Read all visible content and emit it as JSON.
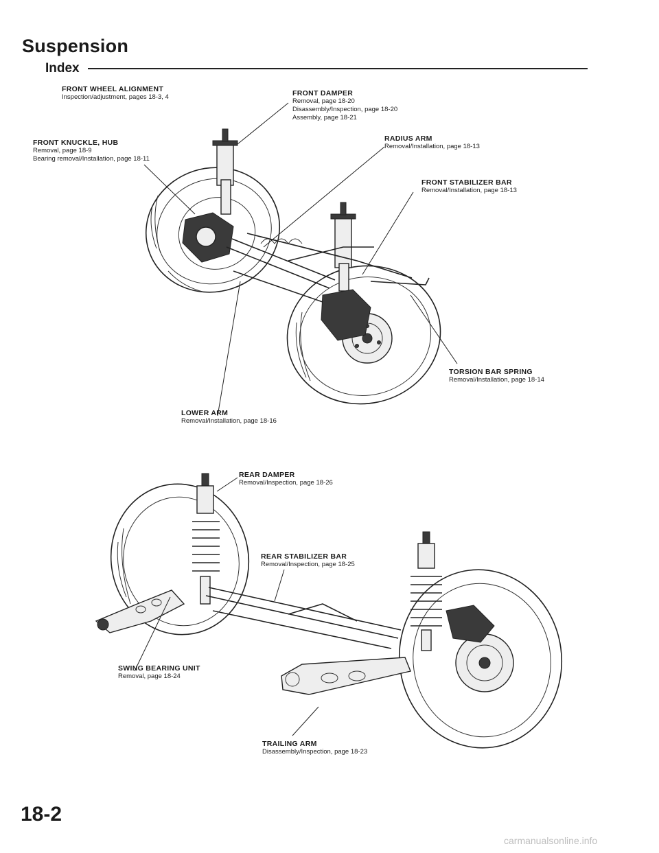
{
  "page": {
    "title": "Suspension",
    "subtitle": "Index",
    "page_number": "18-2",
    "footer": "carmanualsonline.info"
  },
  "labels": [
    {
      "id": "front-wheel-alignment",
      "heading": "FRONT WHEEL ALIGNMENT",
      "lines": [
        "Inspection/adjustment, pages 18-3, 4"
      ]
    },
    {
      "id": "front-damper",
      "heading": "FRONT DAMPER",
      "lines": [
        "Removal, page 18-20",
        "Disassembly/Inspection, page 18-20",
        "Assembly, page 18-21"
      ]
    },
    {
      "id": "front-knuckle-hub",
      "heading": "FRONT KNUCKLE, HUB",
      "lines": [
        "Removal, page 18-9",
        "Bearing removal/Installation, page 18-11"
      ]
    },
    {
      "id": "radius-arm",
      "heading": "RADIUS ARM",
      "lines": [
        "Removal/Installation, page 18-13"
      ]
    },
    {
      "id": "front-stabilizer-bar",
      "heading": "FRONT STABILIZER BAR",
      "lines": [
        "Removal/Installation, page 18-13"
      ]
    },
    {
      "id": "torsion-bar-spring",
      "heading": "TORSION BAR SPRING",
      "lines": [
        "Removal/Installation, page 18-14"
      ]
    },
    {
      "id": "lower-arm",
      "heading": "LOWER ARM",
      "lines": [
        "Removal/Installation, page 18-16"
      ]
    },
    {
      "id": "rear-damper",
      "heading": "REAR DAMPER",
      "lines": [
        "Removal/Inspection, page 18-26"
      ]
    },
    {
      "id": "rear-stabilizer-bar",
      "heading": "REAR STABILIZER BAR",
      "lines": [
        "Removal/Inspection, page 18-25"
      ]
    },
    {
      "id": "swing-bearing-unit",
      "heading": "SWING BEARING UNIT",
      "lines": [
        "Removal, page 18-24"
      ]
    },
    {
      "id": "trailing-arm",
      "heading": "TRAILING ARM",
      "lines": [
        "Disassembly/Inspection, page 18-23"
      ]
    }
  ]
}
